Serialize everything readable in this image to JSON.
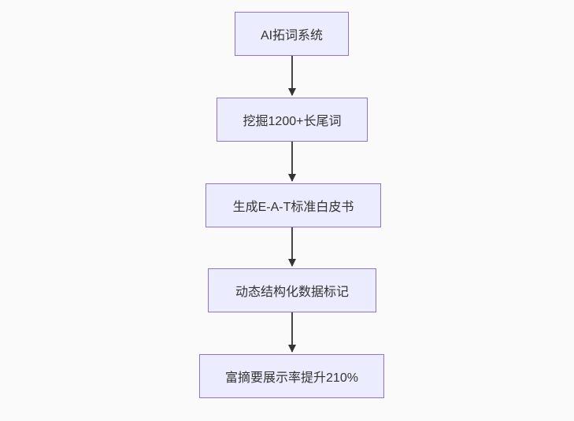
{
  "diagram": {
    "type": "flowchart-top-down",
    "background_color": "#fafafa",
    "node_fill_color": "#ECECFF",
    "node_border_color": "#9370DB",
    "text_color": "#333333",
    "arrow_color": "#333333",
    "nodes": [
      {
        "id": "n1",
        "label": "AI拓词系统"
      },
      {
        "id": "n2",
        "label": "挖掘1200+长尾词"
      },
      {
        "id": "n3",
        "label": "生成E-A-T标准白皮书"
      },
      {
        "id": "n4",
        "label": "动态结构化数据标记"
      },
      {
        "id": "n5",
        "label": "富摘要展示率提升210%"
      }
    ],
    "edges": [
      {
        "from": "n1",
        "to": "n2"
      },
      {
        "from": "n2",
        "to": "n3"
      },
      {
        "from": "n3",
        "to": "n4"
      },
      {
        "from": "n4",
        "to": "n5"
      }
    ]
  }
}
